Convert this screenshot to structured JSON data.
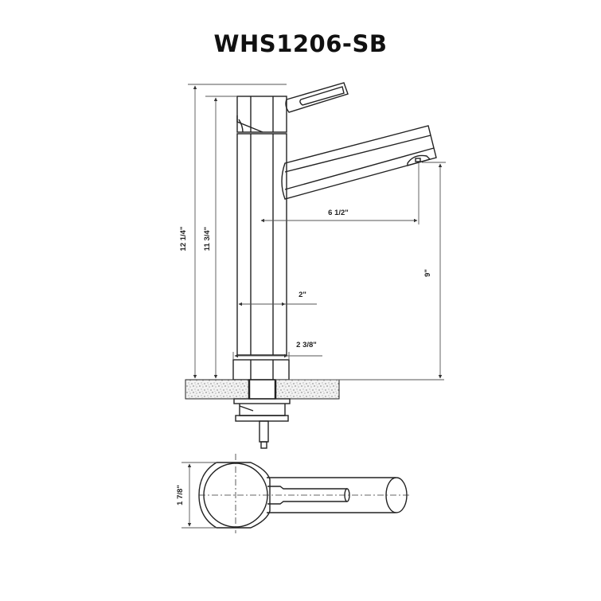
{
  "title": "WHS1206-SB",
  "dimensions": {
    "total_height": "12 1/4\"",
    "body_height": "11 3/4\"",
    "spout_reach": "6 1/2\"",
    "spout_height": "9\"",
    "body_diameter": "2\"",
    "base_diameter": "2 3/8\"",
    "top_view_width": "1 7/8\""
  },
  "views": [
    "side-elevation",
    "top-view"
  ],
  "colors": {
    "line": "#222222",
    "dimension_line": "#555555",
    "countertop_fill": "#eeeeee"
  }
}
